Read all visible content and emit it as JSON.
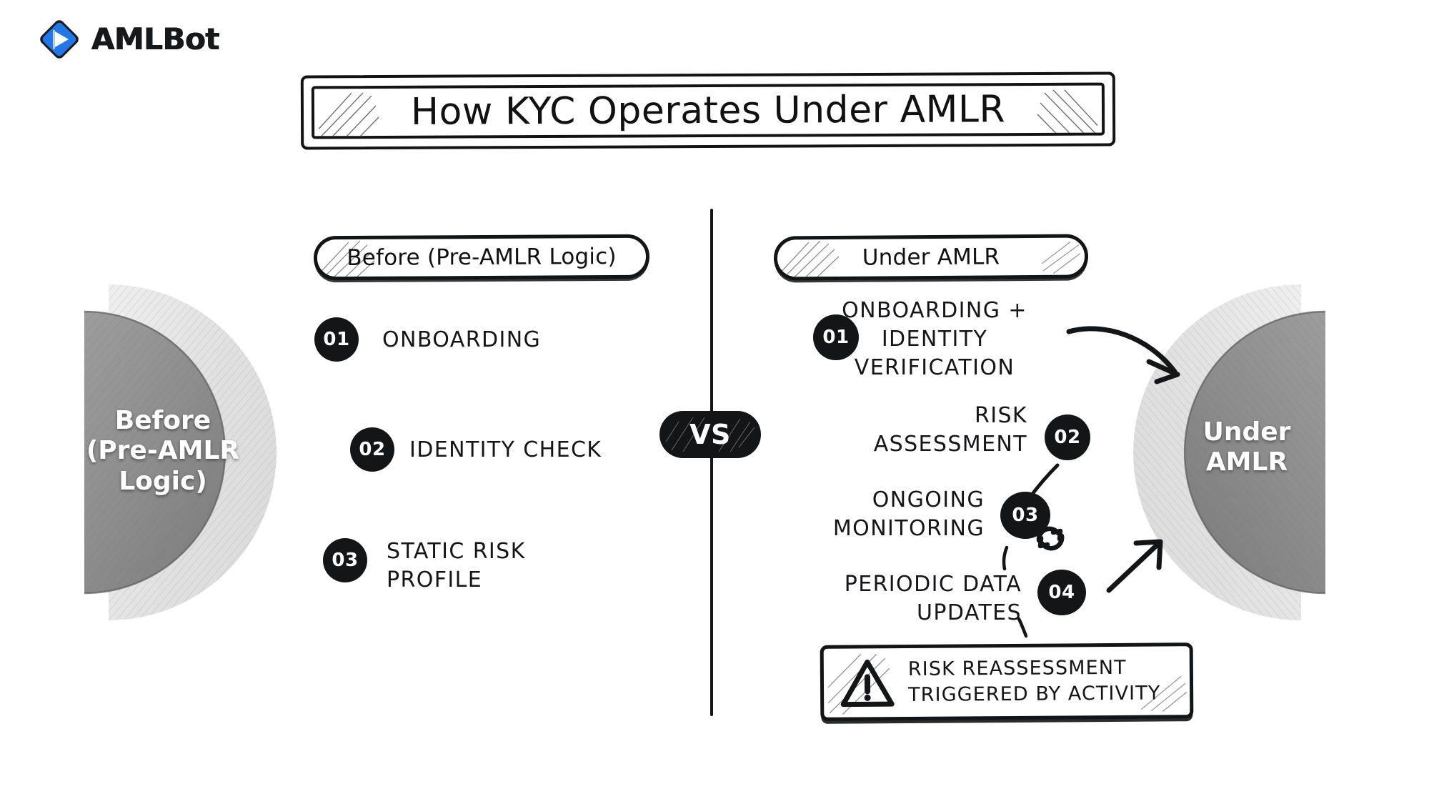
{
  "brand": {
    "name": "AMLBot",
    "logo_icon": "play-diamond-icon",
    "logo_color": "#2277E8"
  },
  "header": {
    "title": "How KYC Operates Under AMLR"
  },
  "divider": {
    "vs_label": "VS"
  },
  "left_panel": {
    "pill_label": "Before (Pre-AMLR Logic)",
    "circle_label": "Before\n(Pre-AMLR\nLogic)",
    "steps": [
      {
        "number": "01",
        "label": "ONBOARDING"
      },
      {
        "number": "02",
        "label": "IDENTITY CHECK"
      },
      {
        "number": "03",
        "label": "STATIC RISK\nPROFILE"
      }
    ]
  },
  "right_panel": {
    "pill_label": "Under AMLR",
    "circle_label": "Under\nAMLR",
    "steps": [
      {
        "number": "01",
        "label": "ONBOARDING +\nIDENTITY\nVERIFICATION"
      },
      {
        "number": "02",
        "label": "RISK\nASSESSMENT"
      },
      {
        "number": "03",
        "label": "ONGOING\nMONITORING"
      },
      {
        "number": "04",
        "label": "PERIODIC DATA\nUPDATES"
      }
    ],
    "callout": {
      "icon": "warning-triangle-icon",
      "label": "RISK REASSESSMENT\nTRIGGERED BY ACTIVITY"
    },
    "cycle_icon": "refresh-cycle-icon"
  },
  "colors": {
    "ink": "#141516",
    "paper": "#ffffff",
    "disc_outer": "#e4e4e4",
    "disc_inner": "#8e8e8e",
    "accent": "#2277E8"
  }
}
